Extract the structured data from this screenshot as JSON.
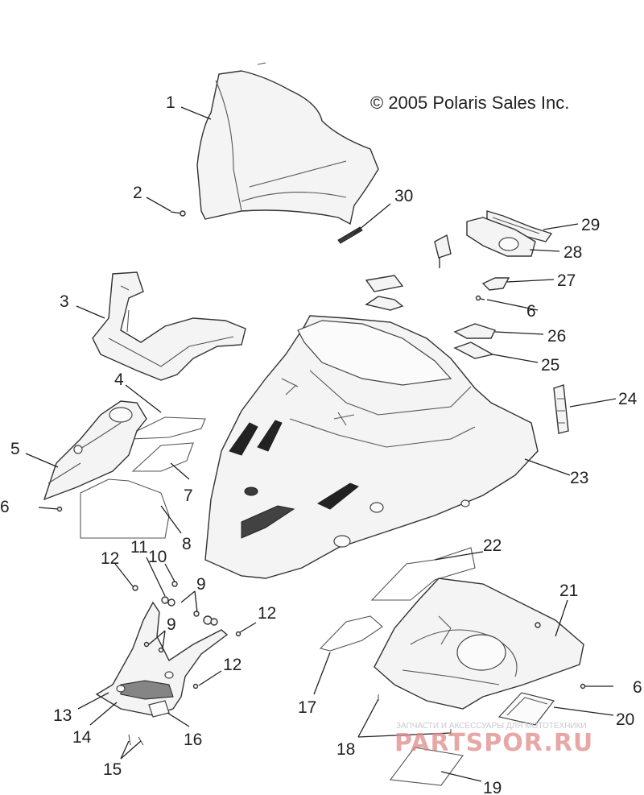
{
  "copyright": "© 2005 Polaris Sales Inc.",
  "watermark": {
    "tagline": "ЗАПЧАСТИ И АКСЕССУАРЫ ДЛЯ МОТОТЕХНИКИ",
    "site": "PARTSPOR.RU"
  },
  "callouts": {
    "c1": "1",
    "c2": "2",
    "c3": "3",
    "c4": "4",
    "c5": "5",
    "c6a": "6",
    "c6b": "6",
    "c6c": "6",
    "c7": "7",
    "c8": "8",
    "c9a": "9",
    "c9b": "9",
    "c10": "10",
    "c11": "11",
    "c12a": "12",
    "c12b": "12",
    "c12c": "12",
    "c13": "13",
    "c14": "14",
    "c15": "15",
    "c16": "16",
    "c17": "17",
    "c18": "18",
    "c19": "19",
    "c20": "20",
    "c21": "21",
    "c22": "22",
    "c23": "23",
    "c24": "24",
    "c25": "25",
    "c26": "26",
    "c27": "27",
    "c28": "28",
    "c29": "29",
    "c30": "30"
  }
}
